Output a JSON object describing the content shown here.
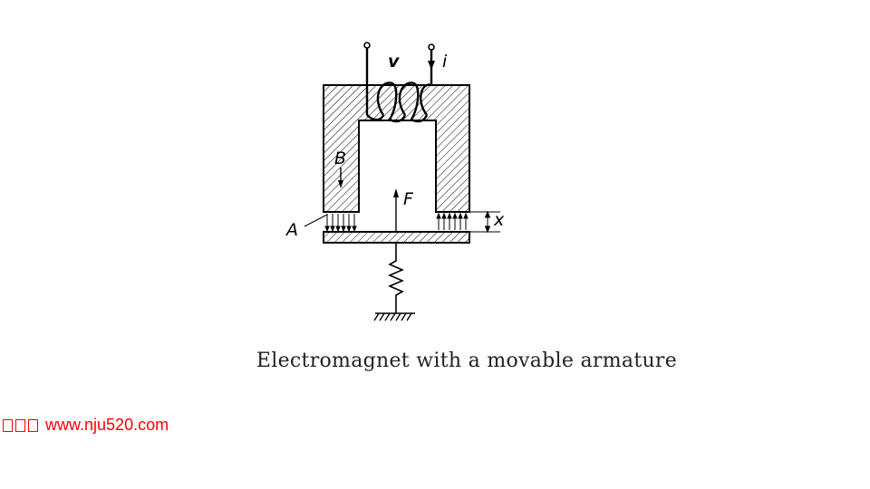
{
  "labels": {
    "voltage": "v",
    "current": "i",
    "field": "B",
    "force": "F",
    "area": "A",
    "gap": "x"
  },
  "caption": "Electromagnet with a movable armature",
  "watermark": {
    "text": "www.nju520.com",
    "glyph_boxes": 3,
    "color": "#ff0000"
  }
}
